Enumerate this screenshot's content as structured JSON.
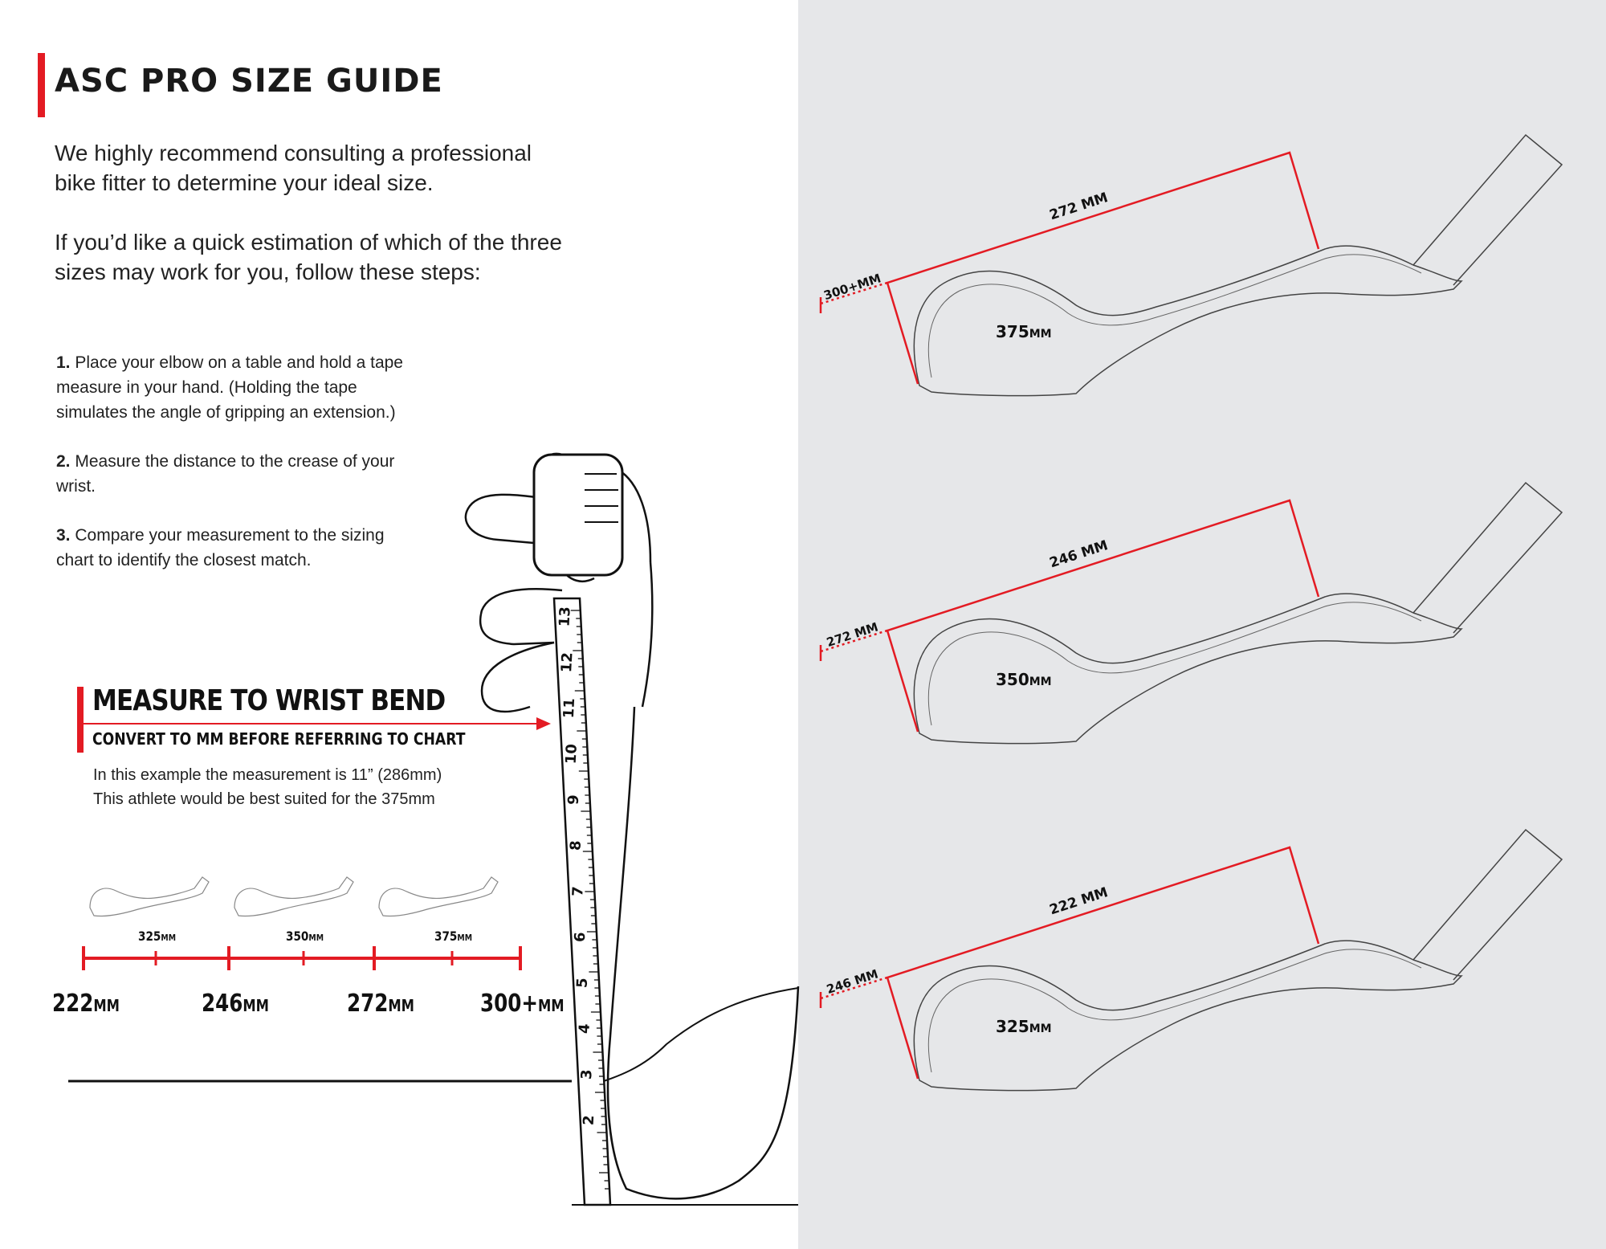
{
  "title": "ASC PRO SIZE GUIDE",
  "intro": {
    "p1": "We highly recommend consulting a professional bike fitter to determine your ideal size.",
    "p2": "If you’d like a quick estimation of which of the three sizes may work for you, follow these steps:"
  },
  "steps": [
    {
      "num": "1.",
      "text": " Place your elbow on a table and hold a tape measure in your hand. (Holding the tape simulates the angle of gripping an extension.)"
    },
    {
      "num": "2.",
      "text": " Measure the distance to the crease of your wrist."
    },
    {
      "num": "3.",
      "text": " Compare your measurement to the sizing chart to identify the closest match."
    }
  ],
  "callout": {
    "title": "MEASURE TO WRIST BEND",
    "subtitle": "CONVERT TO MM BEFORE REFERRING TO CHART",
    "line1": "In this example the measurement is 11” (286mm)",
    "line2": "This athlete would be best suited for the 375mm"
  },
  "scale": {
    "thresholds": [
      {
        "num": "222",
        "unit": "MM"
      },
      {
        "num": "246",
        "unit": "MM"
      },
      {
        "num": "272",
        "unit": "MM"
      },
      {
        "num": "300+",
        "unit": "MM"
      }
    ],
    "sizes": [
      {
        "num": "325",
        "unit": "MM"
      },
      {
        "num": "350",
        "unit": "MM"
      },
      {
        "num": "375",
        "unit": "MM"
      }
    ]
  },
  "tape_numbers": [
    "2",
    "3",
    "4",
    "5",
    "6",
    "7",
    "8",
    "9",
    "10",
    "11",
    "12",
    "13"
  ],
  "diagrams": [
    {
      "size_num": "375",
      "size_unit": "MM",
      "top": "272 MM",
      "left": "300+MM"
    },
    {
      "size_num": "350",
      "size_unit": "MM",
      "top": "246 MM",
      "left": "272 MM"
    },
    {
      "size_num": "325",
      "size_unit": "MM",
      "top": "222 MM",
      "left": "246 MM"
    }
  ],
  "colors": {
    "accent": "#e31b23",
    "panel": "#e6e7e9",
    "ink": "#111111"
  }
}
